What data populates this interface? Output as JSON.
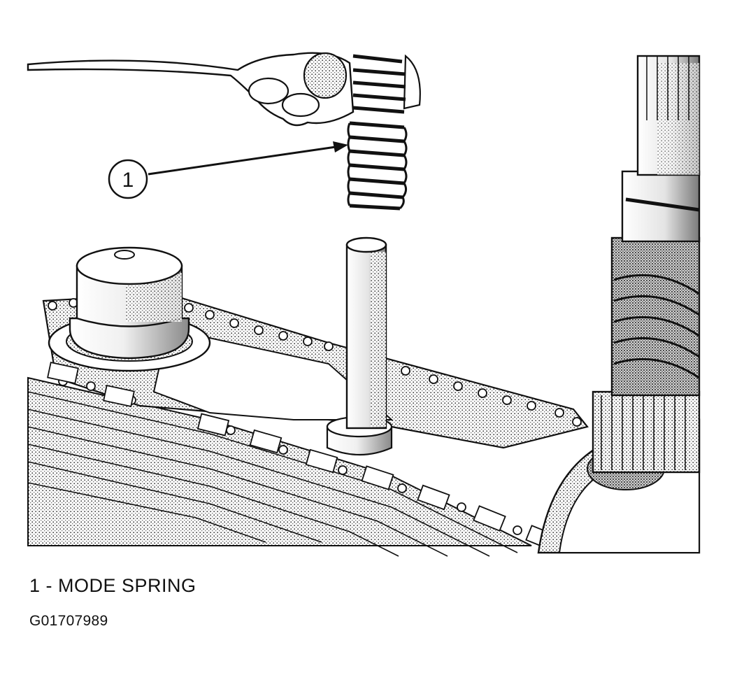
{
  "callout": {
    "number": "1"
  },
  "legend": {
    "item_1": "1 - MODE SPRING"
  },
  "figure_code": "G01707989",
  "colors": {
    "ink": "#111111",
    "background": "#ffffff",
    "shade": "#9a9a9a"
  }
}
